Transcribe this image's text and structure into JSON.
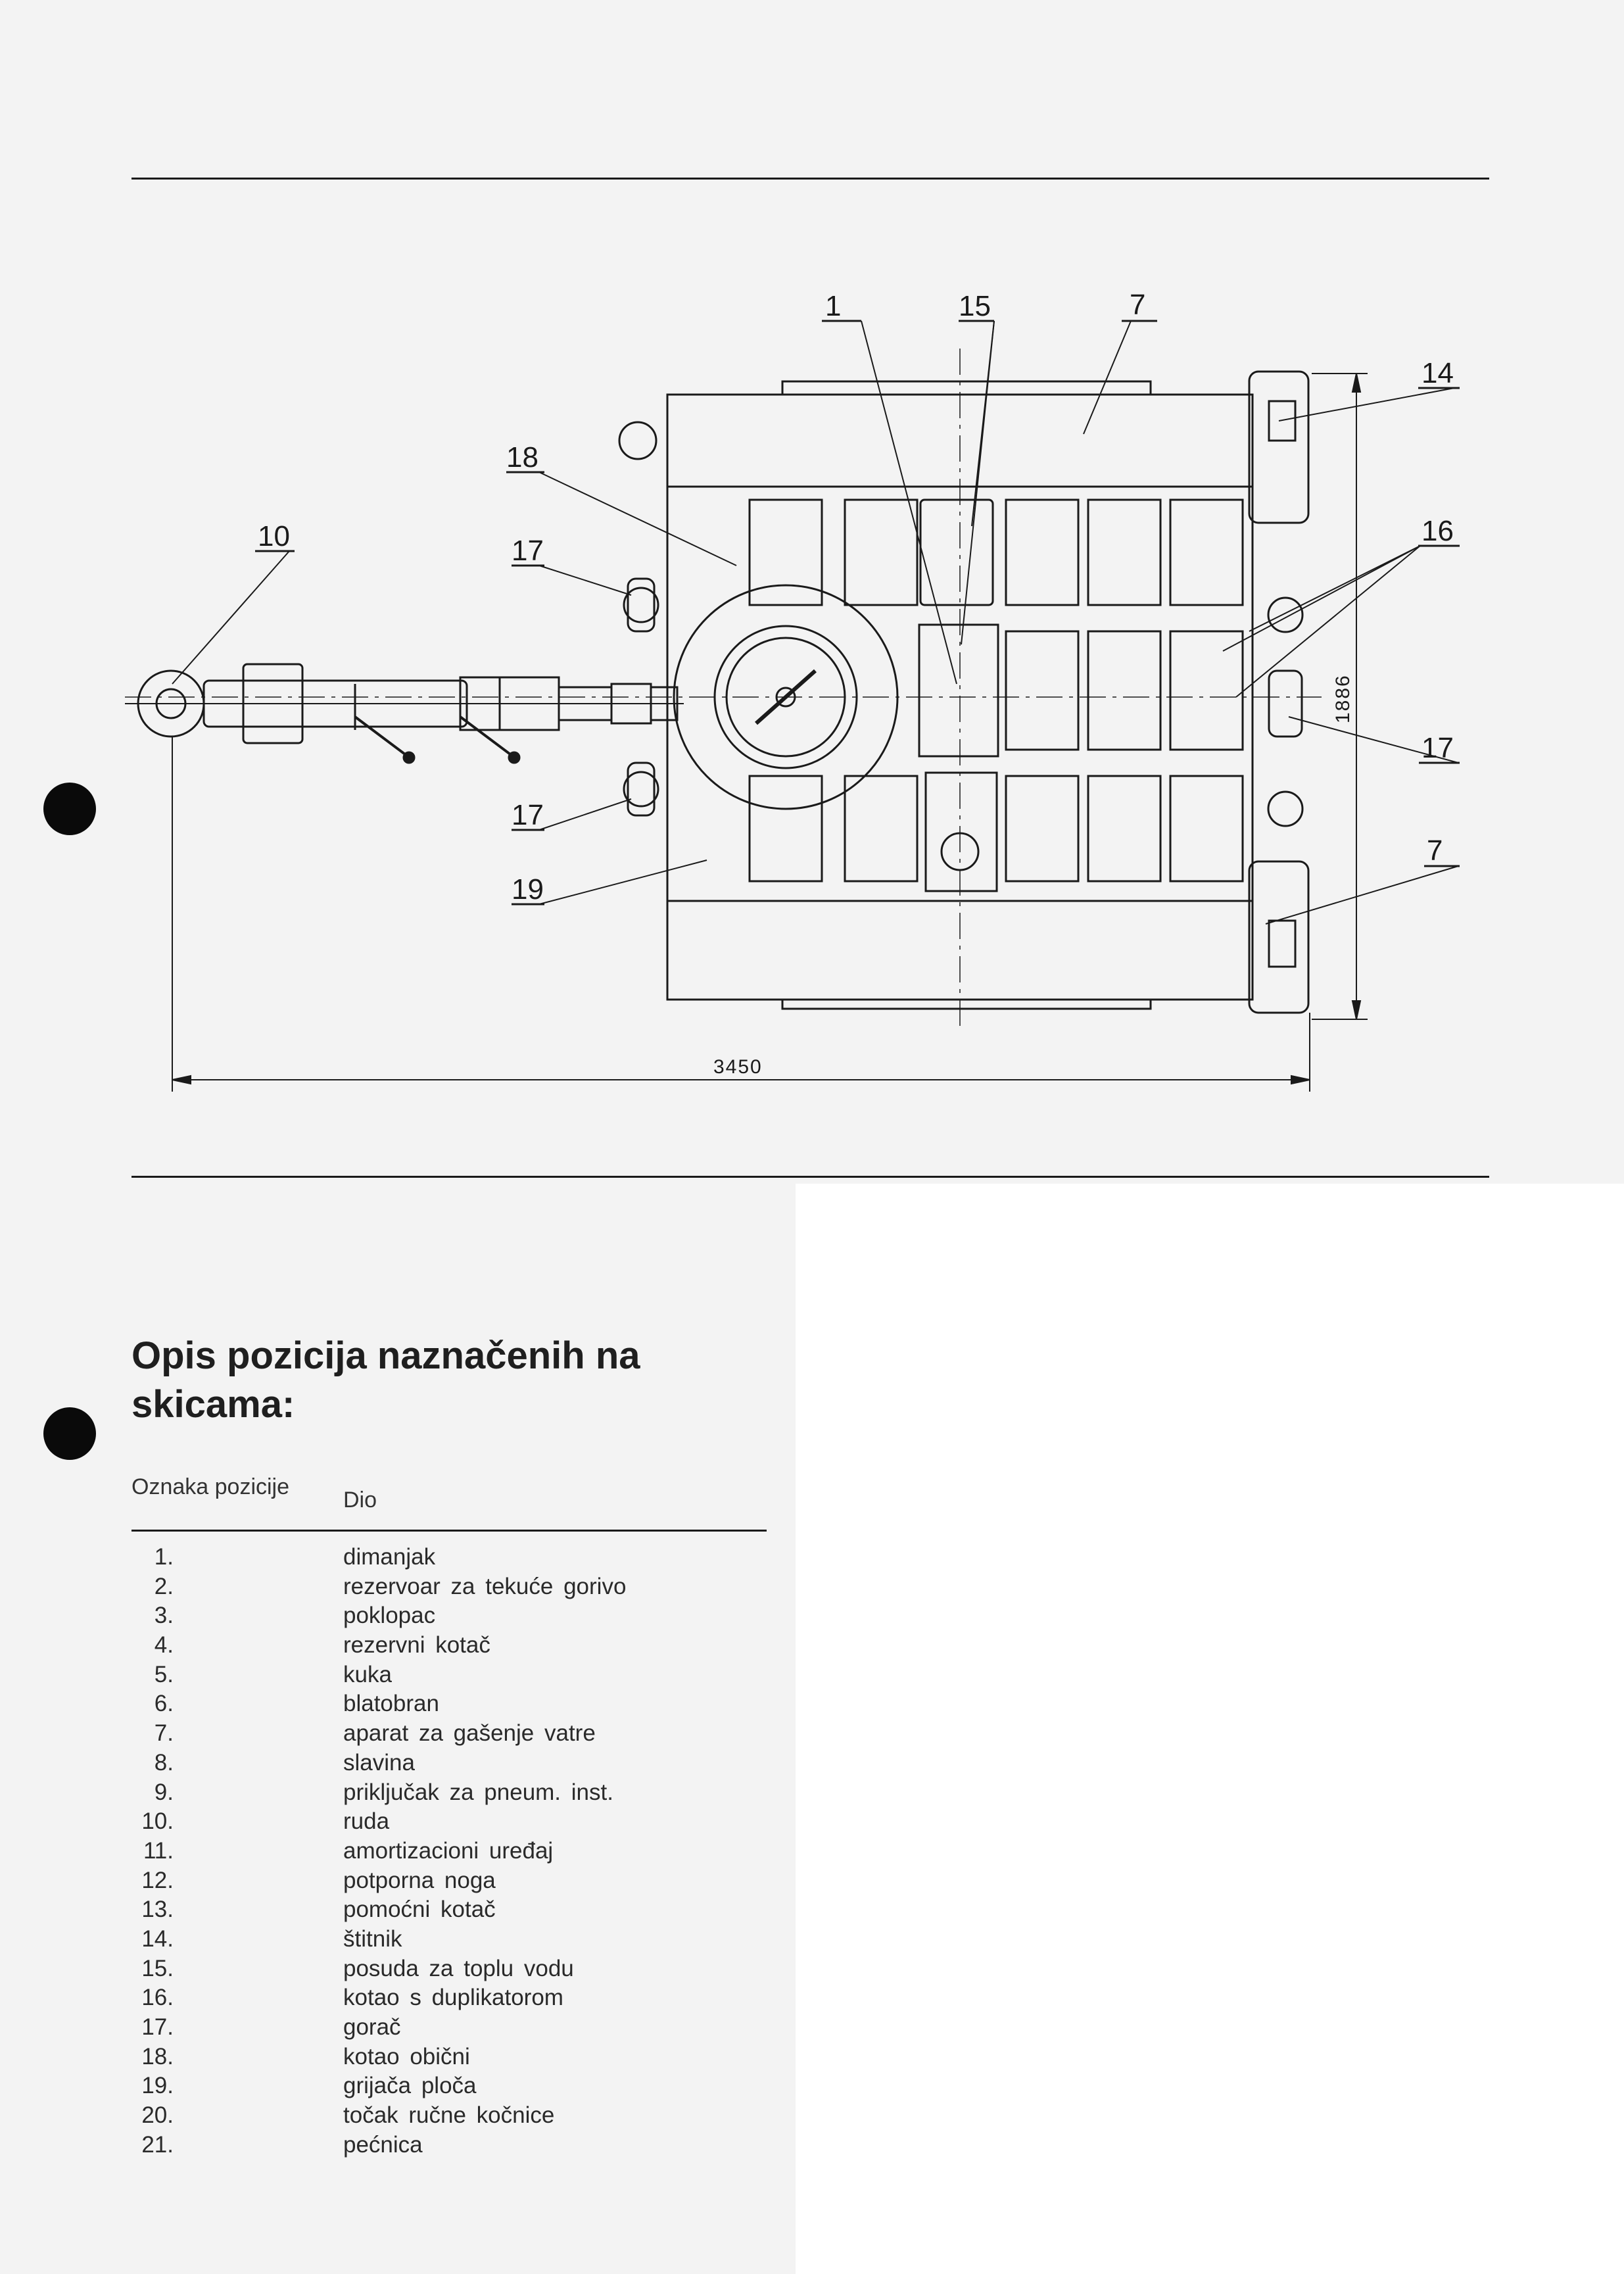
{
  "drawing": {
    "callouts": [
      "1",
      "15",
      "7",
      "14",
      "18",
      "16",
      "10",
      "17",
      "17",
      "17",
      "19",
      "7"
    ],
    "dimensions": {
      "length": "3450",
      "width": "1886"
    }
  },
  "legend": {
    "heading": "Opis pozicija naznačenih na skicama:",
    "column_position": "Oznaka pozicije",
    "column_part": "Dio",
    "rows": [
      {
        "num": "1.",
        "part": "dimanjak"
      },
      {
        "num": "2.",
        "part": "rezervoar za tekuće gorivo"
      },
      {
        "num": "3.",
        "part": "poklopac"
      },
      {
        "num": "4.",
        "part": "rezervni kotač"
      },
      {
        "num": "5.",
        "part": "kuka"
      },
      {
        "num": "6.",
        "part": "blatobran"
      },
      {
        "num": "7.",
        "part": "aparat za gašenje vatre"
      },
      {
        "num": "8.",
        "part": "slavina"
      },
      {
        "num": "9.",
        "part": "priključak za pneum. inst."
      },
      {
        "num": "10.",
        "part": "ruda"
      },
      {
        "num": "11.",
        "part": "amortizacioni uređaj"
      },
      {
        "num": "12.",
        "part": "potporna noga"
      },
      {
        "num": "13.",
        "part": "pomoćni kotač"
      },
      {
        "num": "14.",
        "part": "štitnik"
      },
      {
        "num": "15.",
        "part": "posuda za toplu vodu"
      },
      {
        "num": "16.",
        "part": "kotao s duplikatorom"
      },
      {
        "num": "17.",
        "part": "gorač"
      },
      {
        "num": "18.",
        "part": "kotao obični"
      },
      {
        "num": "19.",
        "part": "grijača ploča"
      },
      {
        "num": "20.",
        "part": "točak ručne kočnice"
      },
      {
        "num": "21.",
        "part": "pećnica"
      }
    ]
  }
}
